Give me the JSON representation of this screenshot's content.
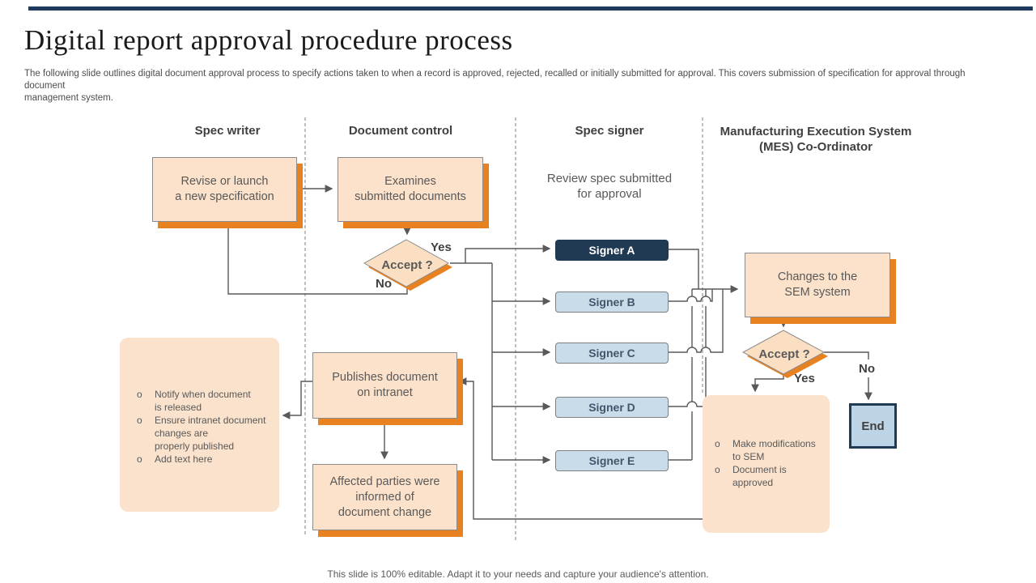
{
  "slide": {
    "title": "Digital report approval procedure process",
    "subtitle": "The following slide outlines digital document approval process to specify actions taken to when a record is approved, rejected, recalled or initially submitted for approval. This covers submission of specification for approval through document\nmanagement system.",
    "footer": "This slide is 100% editable. Adapt it to your needs and capture your audience's attention."
  },
  "colors": {
    "accent_orange": "#E8811F",
    "peach_fill": "#FCE2CB",
    "navy": "#1F3A52",
    "top_bar_navy": "#1F3A5F",
    "light_blue": "#C9DCEA",
    "end_fill": "#BCD4E6",
    "connector_gray": "#595959"
  },
  "lanes": {
    "spec_writer": "Spec writer",
    "document_control": "Document control",
    "spec_signer": "Spec signer",
    "mes": "Manufacturing Execution System\n(MES) Co-Ordinator"
  },
  "labels": {
    "yes": "Yes",
    "no": "No",
    "bullet": "o"
  },
  "nodes": {
    "revise": "Revise or launch\na new specification",
    "examines": "Examines\nsubmitted documents",
    "accept1": "Accept ?",
    "review_note": "Review spec submitted\nfor approval",
    "signers": [
      "Signer A",
      "Signer B",
      "Signer C",
      "Signer D",
      "Signer E"
    ],
    "changes_sem": "Changes to the\nSEM system",
    "accept2": "Accept ?",
    "end": "End",
    "publishes": "Publishes document\non intranet",
    "affected": "Affected parties were\ninformed of\ndocument change",
    "notes_left": [
      "Notify when document\nis released",
      "Ensure intranet document\nchanges are\nproperly published",
      "Add text here"
    ],
    "notes_right": [
      "Make modifications\nto SEM",
      "Document is\napproved"
    ]
  }
}
